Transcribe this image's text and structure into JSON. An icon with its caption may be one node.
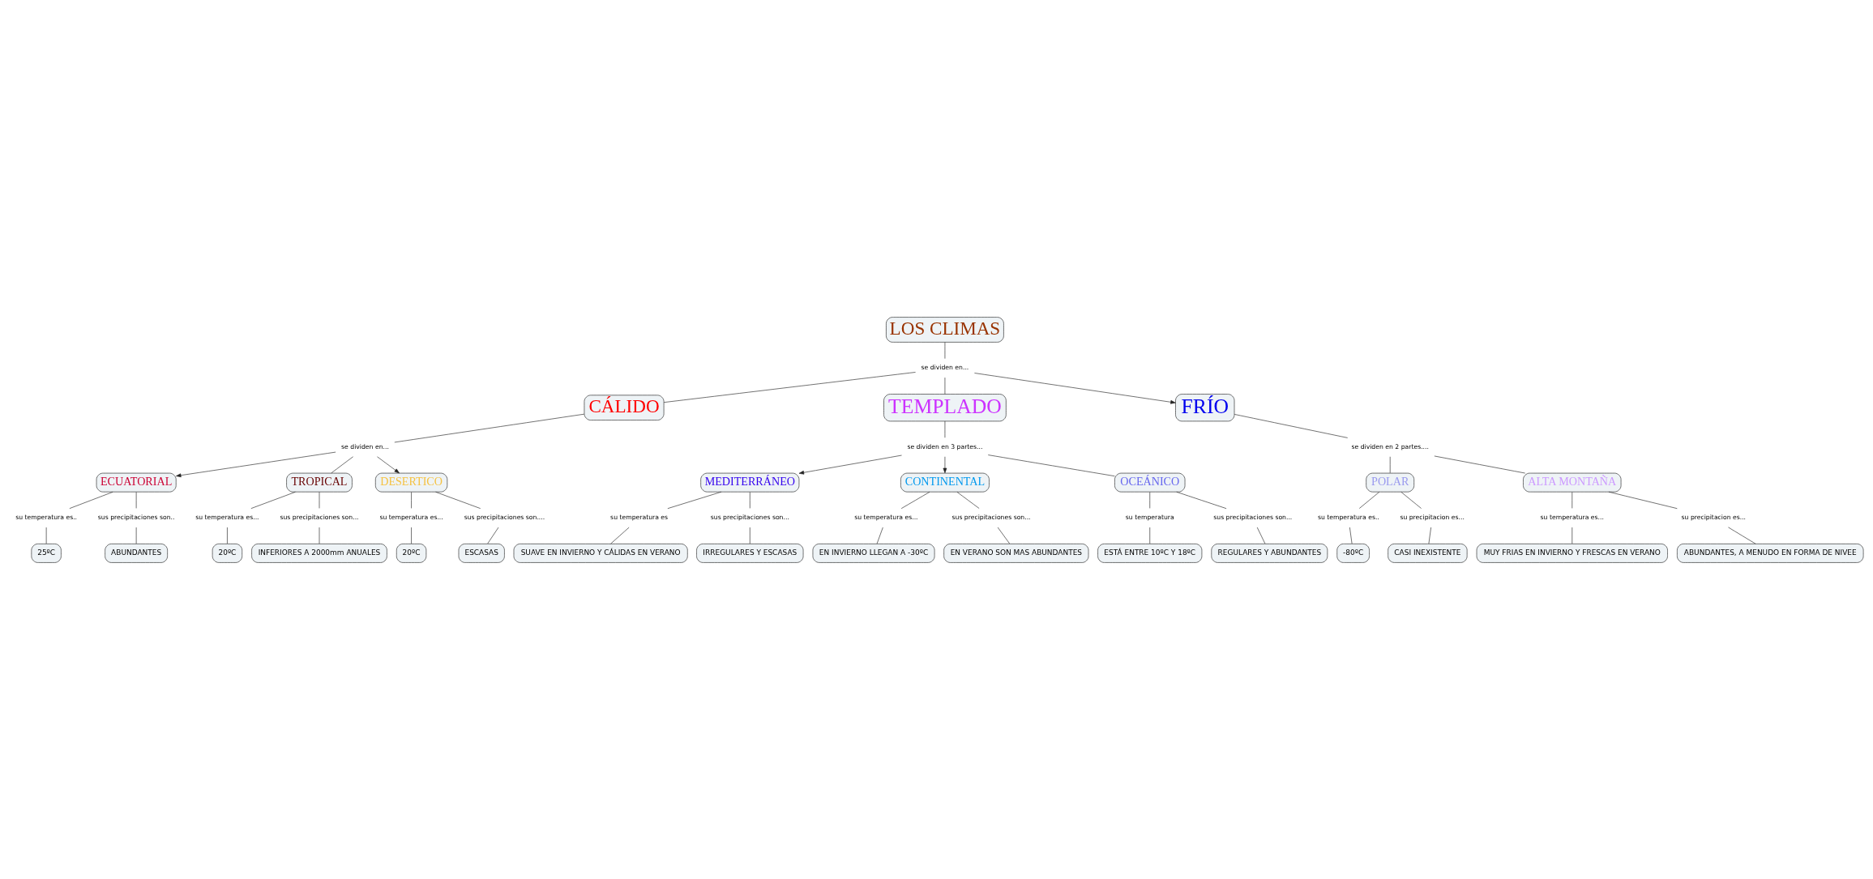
{
  "diagram": {
    "nodes": [
      {
        "text": [
          "LOS CLIMAS"
        ]
      },
      {
        "text": [
          "se dividen en..."
        ]
      },
      {
        "text": [
          "CÁLIDO"
        ]
      },
      {
        "text": [
          "TEMPLADO"
        ]
      },
      {
        "text": [
          "FRÍO"
        ]
      },
      {
        "text": [
          "se dividen en..."
        ]
      },
      {
        "text": [
          "ECUATORIAL"
        ]
      },
      {
        "text": [
          "TROPICAL"
        ]
      },
      {
        "text": [
          "DESERTICO"
        ]
      },
      {
        "text": [
          "su temperatura es.."
        ]
      },
      {
        "text": [
          "sus precipitaciones son.."
        ]
      },
      {
        "text": [
          "25ºC"
        ]
      },
      {
        "text": [
          "ABUNDANTES"
        ]
      },
      {
        "text": [
          "su temperatura es..."
        ]
      },
      {
        "text": [
          "sus precipitaciones son..."
        ]
      },
      {
        "text": [
          "20ºC"
        ]
      },
      {
        "text": [
          "INFERIORES A 2000mm ANUALES"
        ]
      },
      {
        "text": [
          "su temperatura es..."
        ]
      },
      {
        "text": [
          "sus precipitaciones son...."
        ]
      },
      {
        "text": [
          "20ºC"
        ]
      },
      {
        "text": [
          "ESCASAS"
        ]
      },
      {
        "text": [
          "se dividen en 2 partes...."
        ]
      },
      {
        "text": [
          "POLAR"
        ]
      },
      {
        "text": [
          "ALTA MONTAÑA"
        ]
      },
      {
        "text": [
          "su temperatura es.."
        ]
      },
      {
        "text": [
          "su precipitacion es..."
        ]
      },
      {
        "text": [
          "-80ºC"
        ]
      },
      {
        "text": [
          "CASI INEXISTENTE"
        ]
      },
      {
        "text": [
          "su temperatura es..."
        ]
      },
      {
        "text": [
          "su precipitacion es..."
        ]
      },
      {
        "text": [
          "MUY FRIAS EN INVIERNO Y FRESCAS EN VERANO"
        ]
      },
      {
        "text": [
          "ABUNDANTES, A MENUDO EN FORMA DE NIVEE"
        ]
      },
      {
        "text": [
          "se dividen en 3 partes..."
        ]
      },
      {
        "text": [
          "MEDITERRÁNEO"
        ]
      },
      {
        "text": [
          "CONTINENTAL"
        ]
      },
      {
        "text": [
          "OCEÁNICO"
        ]
      },
      {
        "text": [
          "su temperatura es"
        ]
      },
      {
        "text": [
          "sus precipitaciones son..."
        ]
      },
      {
        "text": [
          "SUAVE EN INVIERNO Y CÁLIDAS EN VERANO"
        ]
      },
      {
        "text": [
          "IRREGULARES Y ESCASAS"
        ]
      },
      {
        "text": [
          "su temperatura es..."
        ]
      },
      {
        "text": [
          "sus precipitaciones son..."
        ]
      },
      {
        "text": [
          "EN INVIERNO LLEGAN A -30ºC"
        ]
      },
      {
        "text": [
          "EN VERANO SON MAS ABUNDANTES"
        ]
      },
      {
        "text": [
          "su temperatura"
        ]
      },
      {
        "text": [
          "sus precipitaciones son..."
        ]
      },
      {
        "text": [
          "ESTÁ ENTRE 10ºC Y 18ºC"
        ]
      },
      {
        "text": [
          "REGULARES Y ABUNDANTES"
        ]
      }
    ],
    "edges": [
      {
        "from": 0,
        "to": 1,
        "arrow": "none"
      },
      {
        "from": 1,
        "to": 2,
        "arrow": "none"
      },
      {
        "from": 1,
        "to": 3,
        "arrow": "none"
      },
      {
        "from": 1,
        "to": 4,
        "arrow": "to"
      },
      {
        "from": 2,
        "to": 5,
        "arrow": "none"
      },
      {
        "from": 5,
        "to": 6,
        "arrow": "to"
      },
      {
        "from": 5,
        "to": 7,
        "arrow": "none"
      },
      {
        "from": 5,
        "to": 8,
        "arrow": "to"
      },
      {
        "from": 6,
        "to": 9,
        "arrow": "none"
      },
      {
        "from": 6,
        "to": 10,
        "arrow": "none"
      },
      {
        "from": 9,
        "to": 11,
        "arrow": "none"
      },
      {
        "from": 10,
        "to": 12,
        "arrow": "none"
      },
      {
        "from": 7,
        "to": 13,
        "arrow": "none"
      },
      {
        "from": 7,
        "to": 14,
        "arrow": "none"
      },
      {
        "from": 13,
        "to": 15,
        "arrow": "none"
      },
      {
        "from": 14,
        "to": 16,
        "arrow": "none"
      },
      {
        "from": 8,
        "to": 17,
        "arrow": "none"
      },
      {
        "from": 8,
        "to": 18,
        "arrow": "none"
      },
      {
        "from": 17,
        "to": 19,
        "arrow": "none"
      },
      {
        "from": 18,
        "to": 20,
        "arrow": "none"
      },
      {
        "from": 4,
        "to": 21,
        "arrow": "none"
      },
      {
        "from": 21,
        "to": 22,
        "arrow": "none"
      },
      {
        "from": 21,
        "to": 23,
        "arrow": "none"
      },
      {
        "from": 22,
        "to": 24,
        "arrow": "none"
      },
      {
        "from": 22,
        "to": 25,
        "arrow": "none"
      },
      {
        "from": 24,
        "to": 26,
        "arrow": "none"
      },
      {
        "from": 25,
        "to": 27,
        "arrow": "none"
      },
      {
        "from": 23,
        "to": 28,
        "arrow": "none"
      },
      {
        "from": 23,
        "to": 29,
        "arrow": "none"
      },
      {
        "from": 28,
        "to": 30,
        "arrow": "none"
      },
      {
        "from": 29,
        "to": 31,
        "arrow": "none"
      },
      {
        "from": 3,
        "to": 32,
        "arrow": "none"
      },
      {
        "from": 32,
        "to": 33,
        "arrow": "to"
      },
      {
        "from": 32,
        "to": 34,
        "arrow": "to"
      },
      {
        "from": 32,
        "to": 35,
        "arrow": "none"
      },
      {
        "from": 33,
        "to": 36,
        "arrow": "none"
      },
      {
        "from": 33,
        "to": 37,
        "arrow": "none"
      },
      {
        "from": 36,
        "to": 38,
        "arrow": "none"
      },
      {
        "from": 37,
        "to": 39,
        "arrow": "none"
      },
      {
        "from": 34,
        "to": 40,
        "arrow": "none"
      },
      {
        "from": 34,
        "to": 41,
        "arrow": "none"
      },
      {
        "from": 40,
        "to": 42,
        "arrow": "none"
      },
      {
        "from": 41,
        "to": 43,
        "arrow": "none"
      },
      {
        "from": 35,
        "to": 44,
        "arrow": "none"
      },
      {
        "from": 35,
        "to": 45,
        "arrow": "none"
      },
      {
        "from": 44,
        "to": 46,
        "arrow": "none"
      },
      {
        "from": 45,
        "to": 47,
        "arrow": "none"
      }
    ]
  }
}
